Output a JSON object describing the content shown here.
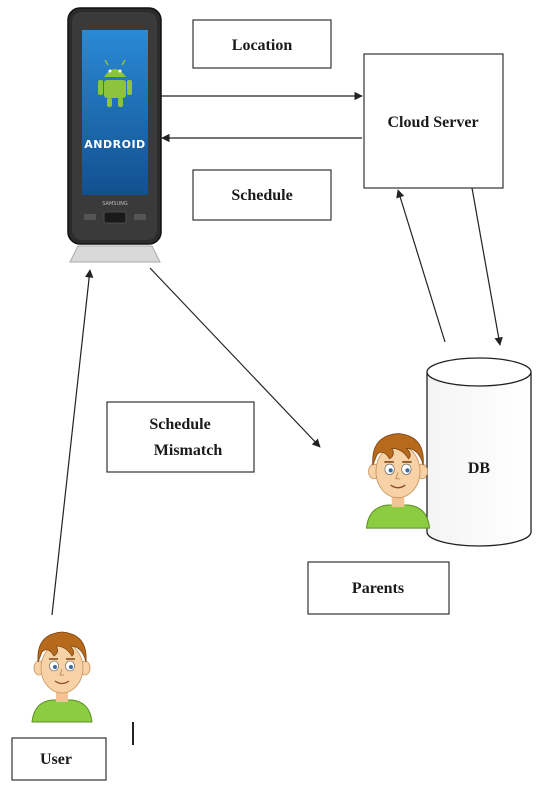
{
  "diagram": {
    "nodes": {
      "location": {
        "label": "Location"
      },
      "schedule": {
        "label": "Schedule"
      },
      "cloud_server": {
        "label": "Cloud Server"
      },
      "db": {
        "label": "DB"
      },
      "schedule_mismatch": {
        "line1": "Schedule",
        "line2": "Mismatch"
      },
      "parents": {
        "label": "Parents"
      },
      "user": {
        "label": "User"
      },
      "phone": {
        "os_text": "ANDROID",
        "brand_text": "SAMSUNG"
      }
    },
    "icons": {
      "phone": "android-phone-icon",
      "android": "android-robot-icon",
      "parent_avatar": "person-avatar-icon",
      "user_avatar": "person-avatar-icon",
      "database": "database-cylinder-icon"
    },
    "colors": {
      "android_green": "#8cc43c",
      "phone_screen": "#1f6fb6",
      "hair": "#b86a1c",
      "shirt": "#8ccc40",
      "skin": "#f7d2a6"
    }
  }
}
